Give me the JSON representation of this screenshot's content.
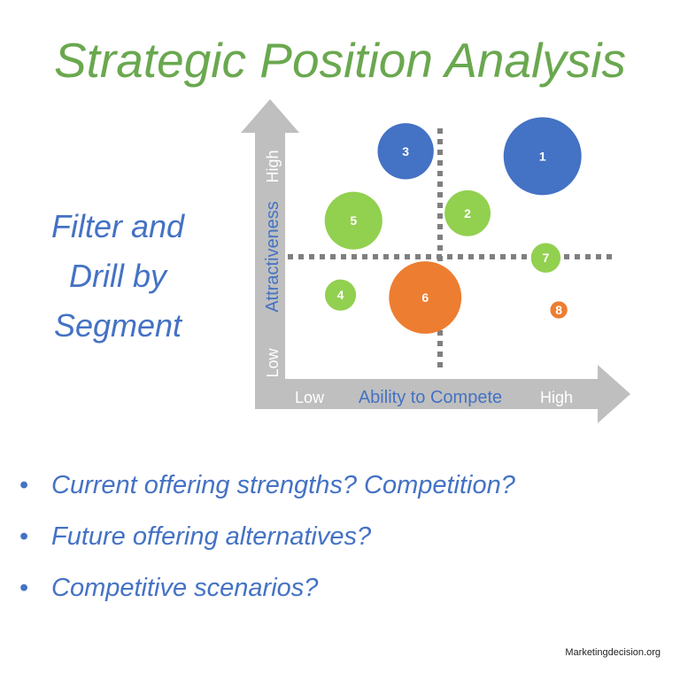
{
  "title": "Strategic Position Analysis",
  "side_text": [
    "Filter and",
    "Drill by",
    "Segment"
  ],
  "axes": {
    "x_label": "Ability to Compete",
    "x_low": "Low",
    "x_high": "High",
    "y_label": "Attractiveness",
    "y_low": "Low",
    "y_high": "High"
  },
  "chart_data": {
    "type": "scatter",
    "xlabel": "Ability to Compete",
    "ylabel": "Attractiveness",
    "xlim": [
      0,
      1
    ],
    "ylim": [
      0,
      1
    ],
    "bubbles": [
      {
        "label": "1",
        "x": 0.79,
        "y": 0.87,
        "size": 1.0,
        "color": "#4472c4"
      },
      {
        "label": "2",
        "x": 0.56,
        "y": 0.64,
        "size": 0.59,
        "color": "#92d050"
      },
      {
        "label": "3",
        "x": 0.37,
        "y": 0.89,
        "size": 0.72,
        "color": "#4472c4"
      },
      {
        "label": "4",
        "x": 0.17,
        "y": 0.31,
        "size": 0.4,
        "color": "#92d050"
      },
      {
        "label": "5",
        "x": 0.21,
        "y": 0.61,
        "size": 0.74,
        "color": "#92d050"
      },
      {
        "label": "6",
        "x": 0.43,
        "y": 0.3,
        "size": 0.93,
        "color": "#ed7d31"
      },
      {
        "label": "7",
        "x": 0.8,
        "y": 0.46,
        "size": 0.38,
        "color": "#92d050"
      },
      {
        "label": "8",
        "x": 0.84,
        "y": 0.25,
        "size": 0.22,
        "color": "#ed7d31"
      }
    ]
  },
  "bullets": [
    "Current offering strengths? Competition?",
    "Future offering alternatives?",
    "Competitive scenarios?"
  ],
  "bullet_glyph": "•",
  "footer": "Marketingdecision.org",
  "colors": {
    "title": "#6aa84f",
    "text": "#4472c4",
    "axis_arrow": "#bfbfbf",
    "divider": "#7f7f7f"
  }
}
